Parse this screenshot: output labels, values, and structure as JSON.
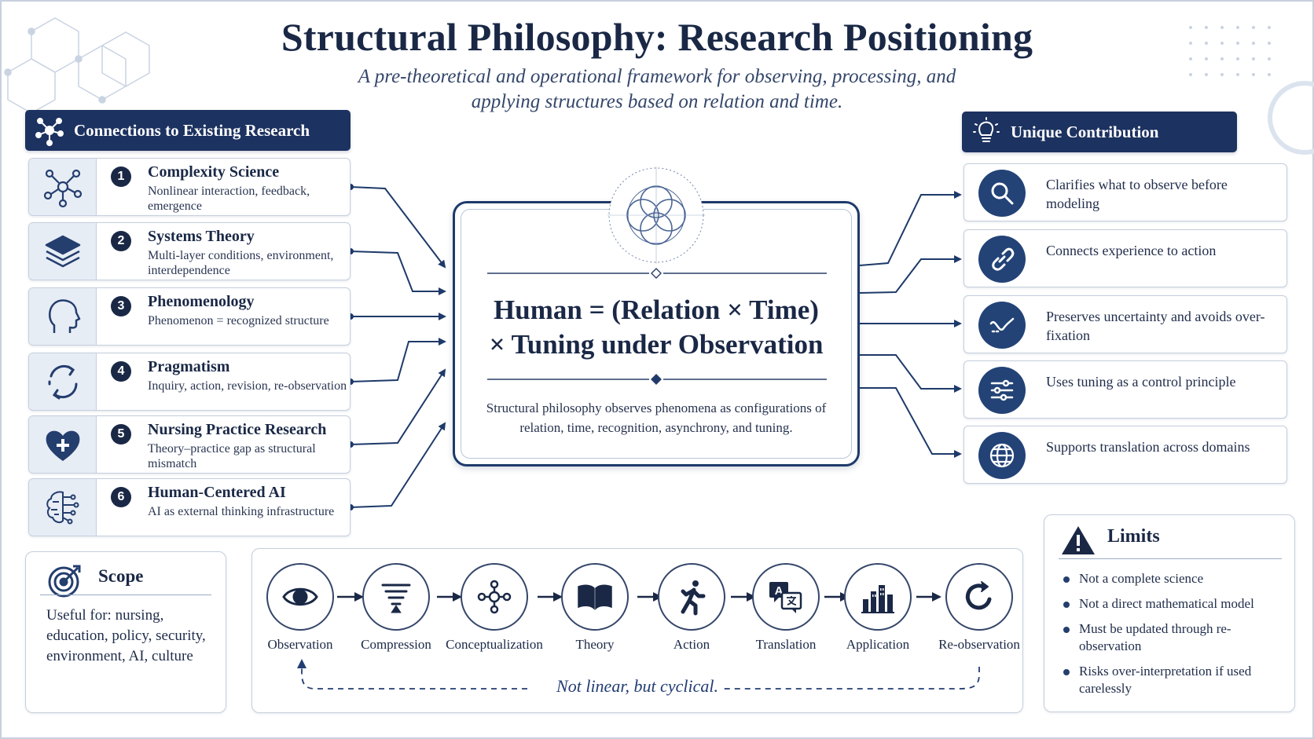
{
  "title": "Structural Philosophy: Research Positioning",
  "subtitle": "A pre-theoretical and operational framework for observing, processing, and applying structures based on relation and time.",
  "left_section": {
    "header": "Connections to Existing Research",
    "header_icon": "network-icon",
    "items": [
      {
        "number": "1",
        "title": "Complexity Science",
        "description": "Nonlinear interaction, feedback, emergence",
        "icon": "network-nodes-icon"
      },
      {
        "number": "2",
        "title": "Systems Theory",
        "description": "Multi-layer conditions, environment, interdependence",
        "icon": "layers-icon"
      },
      {
        "number": "3",
        "title": "Phenomenology",
        "description": "Phenomenon = recognized structure",
        "icon": "head-profile-icon"
      },
      {
        "number": "4",
        "title": "Pragmatism",
        "description": "Inquiry, action, revision, re-observation",
        "icon": "cycle-arrows-icon"
      },
      {
        "number": "5",
        "title": "Nursing Practice Research",
        "description": "Theory–practice gap as structural mismatch",
        "icon": "heart-cross-icon"
      },
      {
        "number": "6",
        "title": "Human-Centered AI",
        "description": "AI as external thinking infrastructure",
        "icon": "brain-circuit-icon"
      }
    ]
  },
  "center": {
    "equation_line1": "Human = (Relation × Time)",
    "equation_line2": "× Tuning under Observation",
    "description": "Structural philosophy observes phenomena as configurations of relation, time, recognition, asynchrony, and tuning.",
    "emblem_icon": "overlapping-circles-icon"
  },
  "right_section": {
    "header": "Unique Contribution",
    "header_icon": "lightbulb-icon",
    "items": [
      {
        "text": "Clarifies what to observe before modeling",
        "icon": "magnifier-icon"
      },
      {
        "text": "Connects experience to action",
        "icon": "link-icon"
      },
      {
        "text": "Preserves uncertainty and avoids over-fixation",
        "icon": "wave-curve-icon"
      },
      {
        "text": "Uses tuning as a control principle",
        "icon": "sliders-icon"
      },
      {
        "text": "Supports translation across domains",
        "icon": "globe-icon"
      }
    ]
  },
  "scope": {
    "title": "Scope",
    "icon": "target-icon",
    "body": "Useful for: nursing, education, policy, security, environment, AI, culture"
  },
  "flow": {
    "steps": [
      {
        "label": "Observation",
        "icon": "eye-icon"
      },
      {
        "label": "Compression",
        "icon": "funnel-icon"
      },
      {
        "label": "Conceptualization",
        "icon": "node-cluster-icon"
      },
      {
        "label": "Theory",
        "icon": "open-book-icon"
      },
      {
        "label": "Action",
        "icon": "running-person-icon"
      },
      {
        "label": "Translation",
        "icon": "translate-icon"
      },
      {
        "label": "Application",
        "icon": "buildings-chart-icon"
      },
      {
        "label": "Re-observation",
        "icon": "refresh-icon"
      }
    ],
    "note": "Not linear, but cyclical."
  },
  "limits": {
    "title": "Limits",
    "icon": "warning-icon",
    "items": [
      "Not a complete science",
      "Not a direct mathematical model",
      "Must be updated through re-observation",
      "Risks over-interpretation if used carelessly"
    ]
  },
  "colors": {
    "navy": "#1c3260",
    "dark_text": "#1a2846",
    "icon_bg": "#234377",
    "border": "#c5cfdd"
  }
}
